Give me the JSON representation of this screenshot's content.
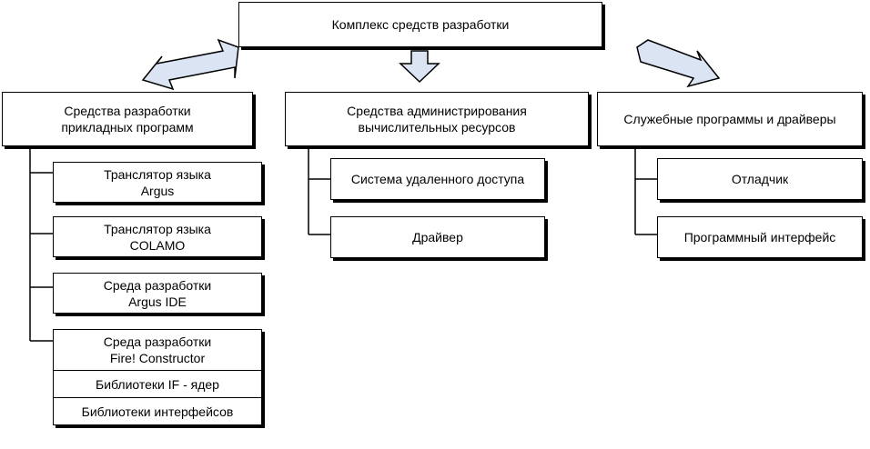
{
  "root": {
    "label": "Комплекс средств разработки"
  },
  "categories": [
    {
      "label": "Средства разработки\nприкладных программ",
      "items": [
        "Транслятор языка\nArgus",
        "Транслятор языка\nCOLAMO",
        "Среда разработки\nArgus IDE",
        "Среда разработки\nFire! Constructor"
      ],
      "subitems": [
        "Библиотеки IF - ядер",
        "Библиотеки интерфейсов"
      ]
    },
    {
      "label": "Средства администрирования\nвычислительных ресурсов",
      "items": [
        "Система удаленного доступа",
        "Драйвер"
      ]
    },
    {
      "label": "Служебные программы и драйверы",
      "items": [
        "Отладчик",
        "Программный интерфейс"
      ]
    }
  ],
  "colors": {
    "line": "#000000",
    "arrow_fill": "#dbe4f3",
    "box_fill": "#ffffff"
  }
}
